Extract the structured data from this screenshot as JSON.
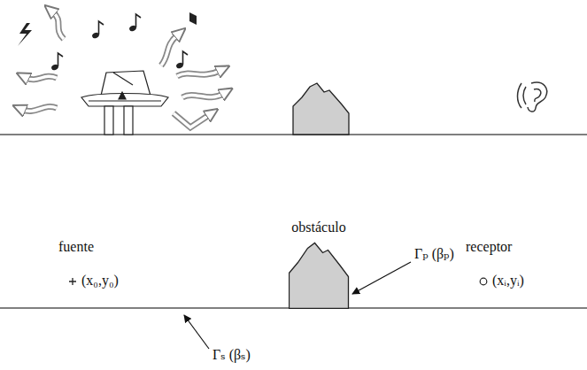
{
  "diagram": {
    "nodes": [
      {
        "text": [
          "obstáculo"
        ]
      }
    ],
    "labels": [
      "fuente",
      "(x₀,y₀)",
      "receptor",
      "(xᵢ,yᵢ)",
      "Γₚ (βₚ)",
      "Γₛ (βₛ)"
    ]
  }
}
